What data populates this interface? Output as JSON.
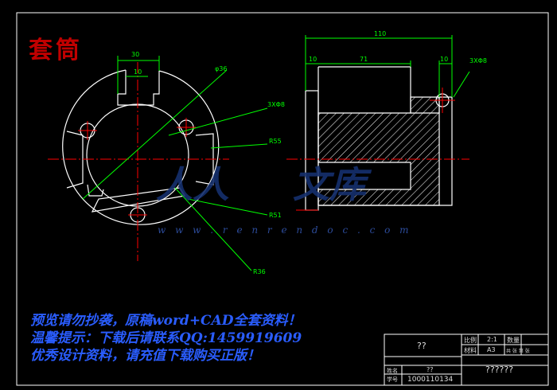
{
  "stamp": "套筒",
  "watermark": {
    "left": "人人",
    "right": "文库",
    "url": "w w w . r e n r e n d o c . c o m"
  },
  "notices": [
    "预览请勿抄袭，原稿word+CAD全套资料！",
    "温馨提示：下载后请联系QQ:1459919609",
    "优秀设计资料，请充值下载购买正版！"
  ],
  "dimensions": {
    "slot_width": "30",
    "slot_inner": "10",
    "outer_dia": "φ36",
    "holes": "3XΦ8",
    "ring_dia": "R55",
    "bottom_r": "R51",
    "leader_r": "R36",
    "total_length": "110",
    "flange": "10",
    "body_length": "71",
    "right_step": "10",
    "holes_side": "3XΦ8"
  },
  "title_block": {
    "part_name": "??",
    "scale_label": "比例",
    "scale_value": "2:1",
    "qty_label": "数量",
    "material_label": "材料",
    "sheet_value": "A3",
    "sheet_extra": "共 张 第 张",
    "name_label": "姓名",
    "name_value": "??",
    "id_label": "学号",
    "id_value": "1000110134",
    "school_value": "??????"
  },
  "colors": {
    "frame": "#ffffff",
    "outline": "#ffffff",
    "center": "#ff0000",
    "dimension": "#00ff00",
    "hatch": "#ffffff",
    "stamp": "#c00000",
    "notice": "#2a5dff"
  }
}
